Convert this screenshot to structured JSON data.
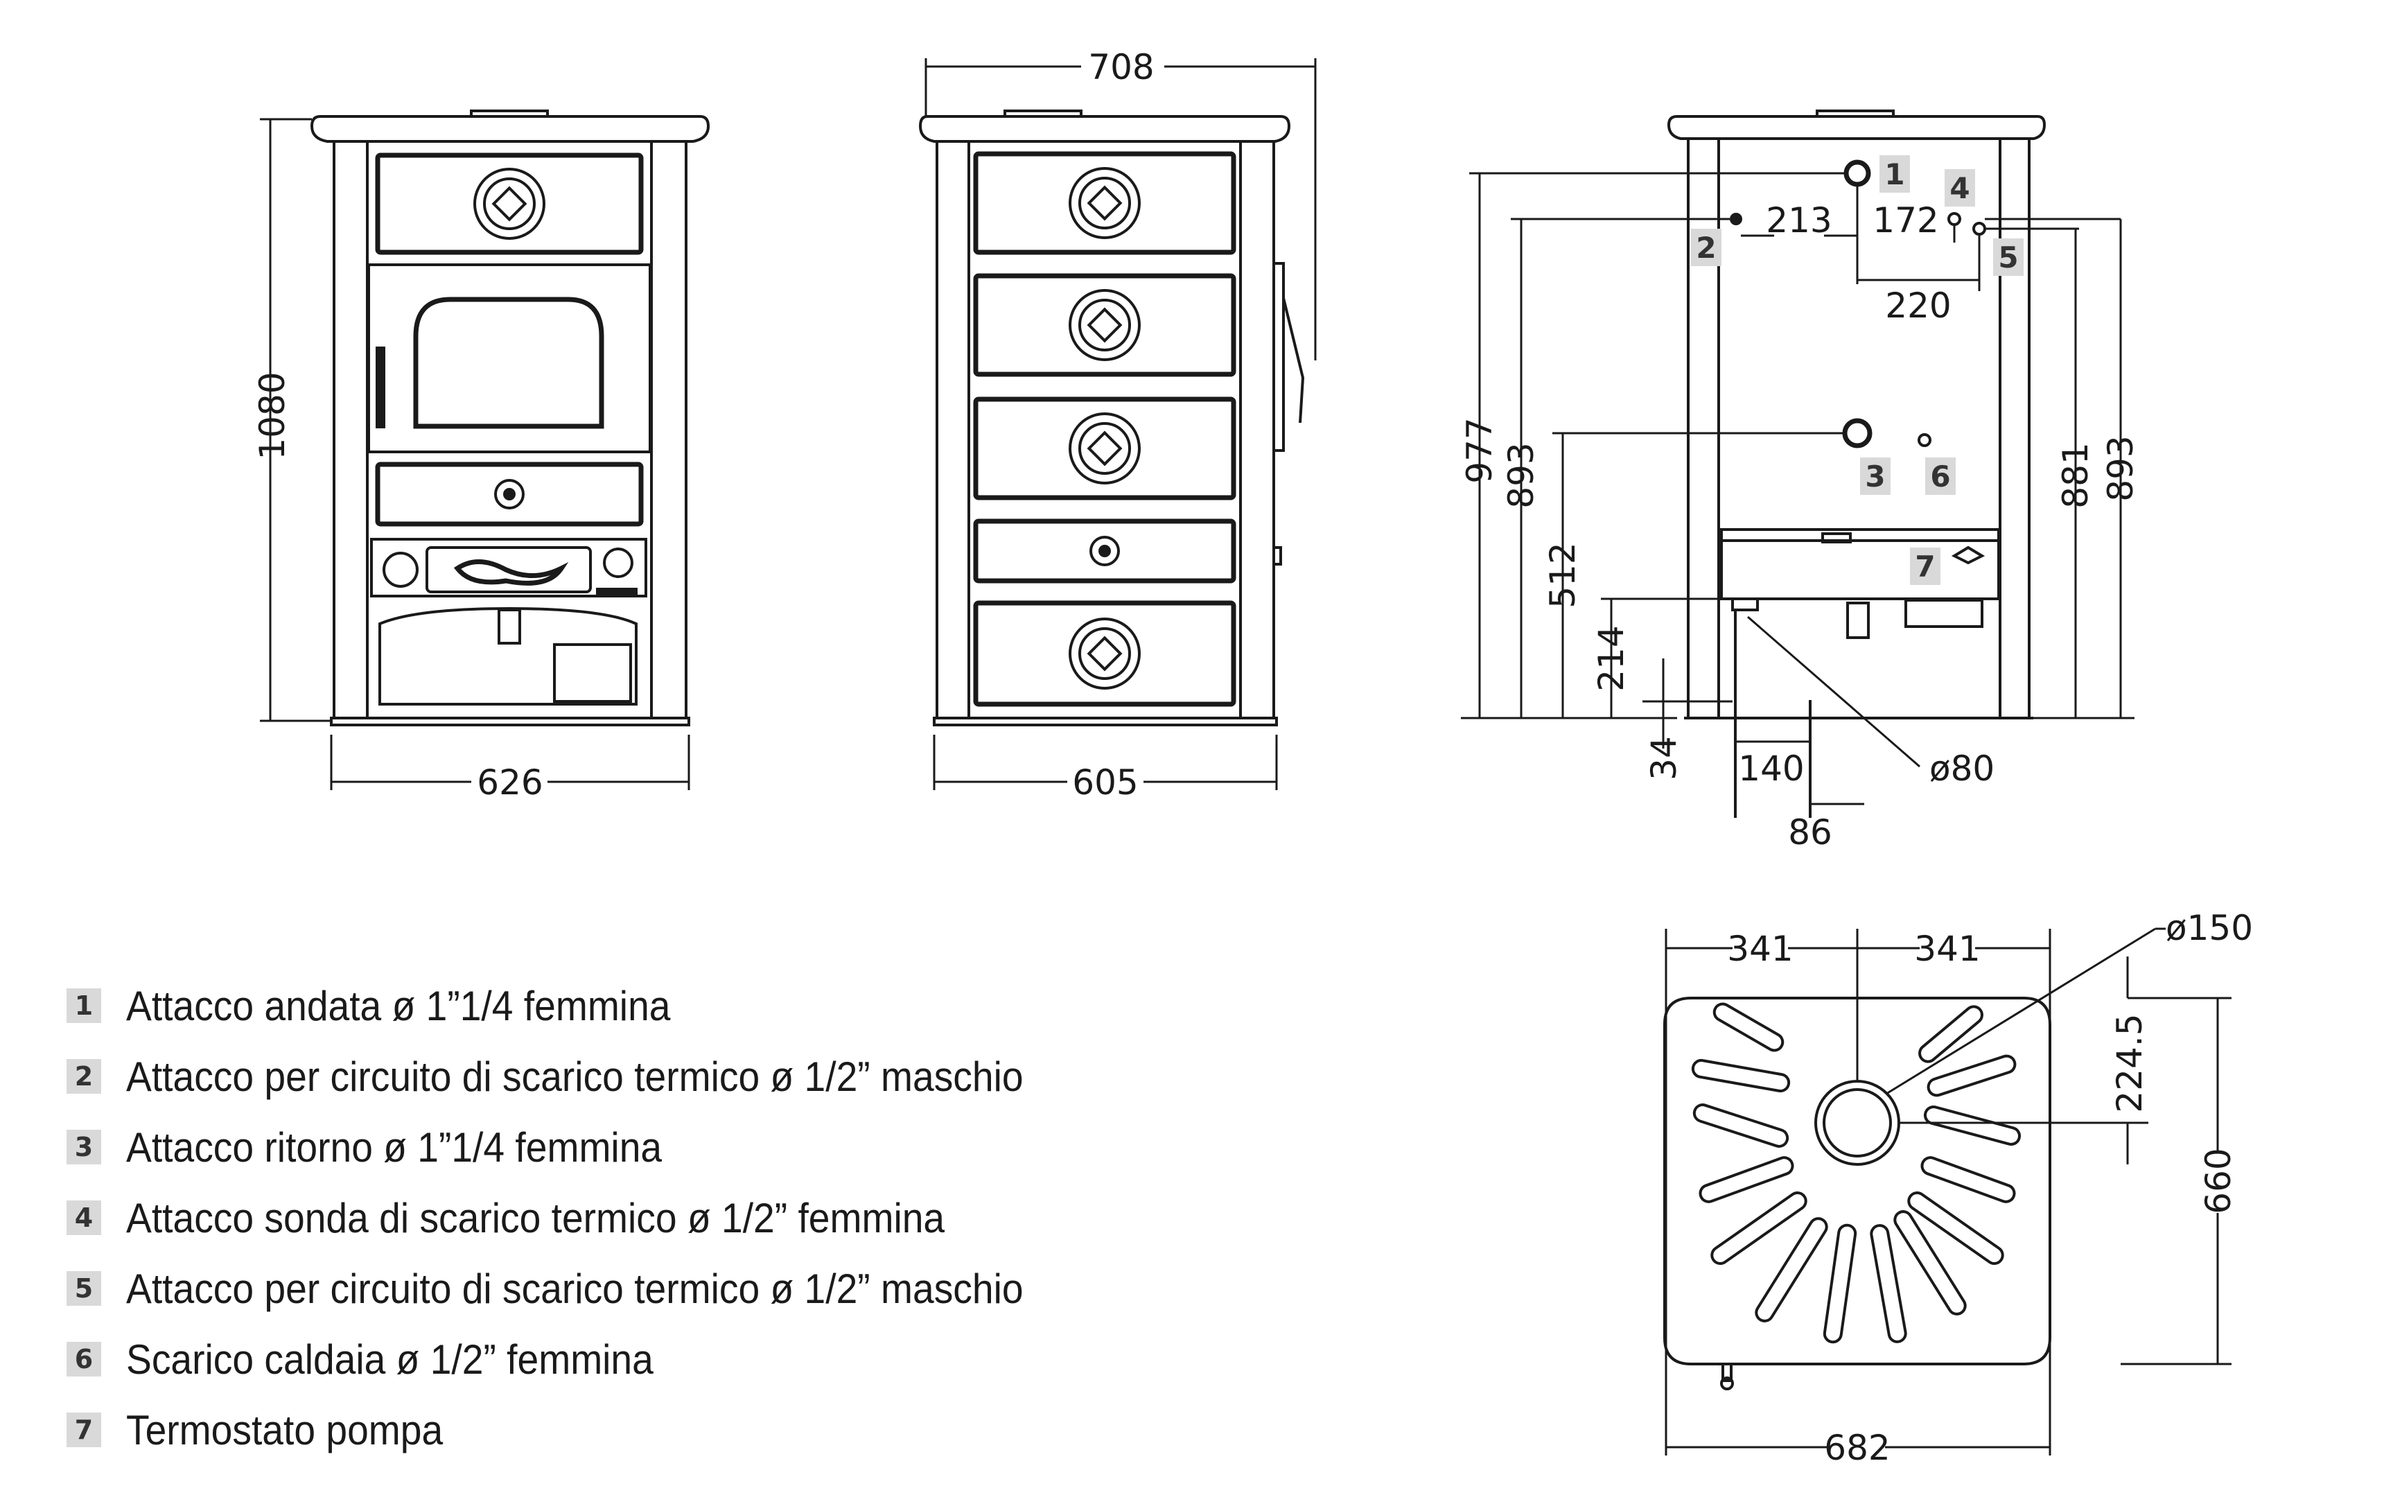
{
  "views": {
    "front": {
      "height": "1080",
      "width": "626"
    },
    "side": {
      "depth": "708",
      "width": "605"
    },
    "rear": {
      "heights": [
        "977",
        "893",
        "512",
        "214",
        "34",
        "881",
        "893"
      ],
      "horizontal": [
        "213",
        "172",
        "220",
        "140",
        "86"
      ],
      "flue": "ø80"
    },
    "top": {
      "left": "341",
      "right": "341",
      "flue": "ø150",
      "offset": "224.5",
      "depth": "660",
      "width": "682"
    }
  },
  "badges": [
    "1",
    "2",
    "3",
    "4",
    "5",
    "6",
    "7"
  ],
  "legend": [
    {
      "num": "1",
      "text": "Attacco andata ø 1”1/4 femmina"
    },
    {
      "num": "2",
      "text": "Attacco per circuito di scarico termico ø 1/2” maschio"
    },
    {
      "num": "3",
      "text": "Attacco ritorno ø 1”1/4 femmina"
    },
    {
      "num": "4",
      "text": "Attacco sonda di scarico termico ø 1/2” femmina"
    },
    {
      "num": "5",
      "text": "Attacco per circuito di scarico termico ø 1/2” maschio"
    },
    {
      "num": "6",
      "text": "Scarico caldaia ø 1/2” femmina"
    },
    {
      "num": "7",
      "text": "Termostato pompa"
    }
  ]
}
